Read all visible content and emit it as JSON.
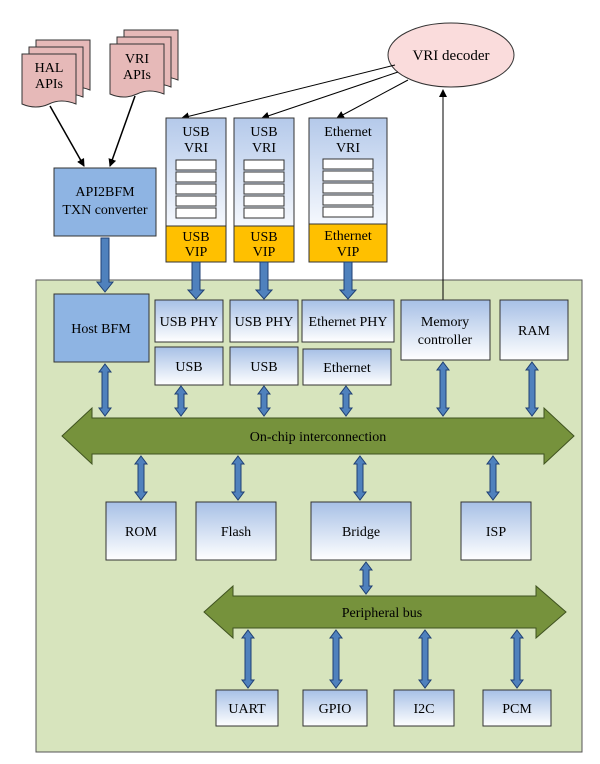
{
  "stacks": {
    "hal": [
      "HAL",
      "APIs"
    ],
    "vri": [
      "VRI",
      "APIs"
    ]
  },
  "converter": [
    "API2BFM",
    "TXN converter"
  ],
  "vri_decoder": "VRI decoder",
  "vri_columns": [
    {
      "vri": [
        "USB",
        "VRI"
      ],
      "vip": [
        "USB",
        "VIP"
      ]
    },
    {
      "vri": [
        "USB",
        "VRI"
      ],
      "vip": [
        "USB",
        "VIP"
      ]
    },
    {
      "vri": [
        "Ethernet",
        "VRI"
      ],
      "vip": [
        "Ethernet",
        "VIP"
      ]
    }
  ],
  "blocks": {
    "host_bfm": "Host BFM",
    "usb_phy_1": "USB PHY",
    "usb_phy_2": "USB PHY",
    "eth_phy": "Ethernet PHY",
    "memory_controller": [
      "Memory",
      "controller"
    ],
    "ram": "RAM",
    "usb_1": "USB",
    "usb_2": "USB",
    "ethernet": "Ethernet",
    "rom": "ROM",
    "flash": "Flash",
    "bridge": "Bridge",
    "isp": "ISP",
    "uart": "UART",
    "gpio": "GPIO",
    "i2c": "I2C",
    "pcm": "PCM"
  },
  "buses": {
    "interconnect": "On-chip interconnection",
    "peripheral": "Peripheral bus"
  },
  "colors": {
    "chip_background": "#d7e4bd",
    "bus": "#76923c",
    "block_top": "#a7c0e6",
    "vip": "#ffc000",
    "stack_page": "#e6b9b8",
    "decoder": "#fadcdc",
    "converter": "#8eb4e3",
    "connector": "#4f81bd"
  }
}
